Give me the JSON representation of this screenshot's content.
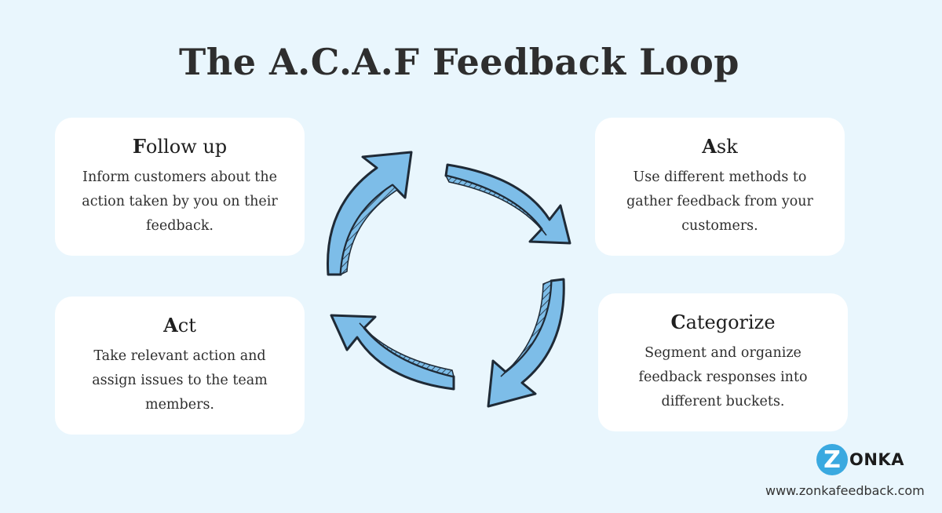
{
  "title": "The A.C.A.F Feedback Loop",
  "steps": [
    {
      "id": "follow",
      "initial": "F",
      "rest": "ollow up",
      "description": "Inform customers about the action taken by you on their feedback."
    },
    {
      "id": "ask",
      "initial": "A",
      "rest": "sk",
      "description": "Use different methods to gather feedback from your customers."
    },
    {
      "id": "act",
      "initial": "A",
      "rest": "ct",
      "description": "Take relevant action and assign issues to the team members."
    },
    {
      "id": "categorize",
      "initial": "C",
      "rest": "ategorize",
      "description": "Segment and organize feedback responses into different buckets."
    }
  ],
  "logo": {
    "initial": "Z",
    "rest": "ONKA"
  },
  "website": "www.zonkafeedback.com",
  "colors": {
    "background": "#e9f6fd",
    "card": "#ffffff",
    "arrow_fill": "#7dbde8",
    "arrow_stroke": "#1f2a36",
    "logo_blue": "#3aa9e0"
  }
}
